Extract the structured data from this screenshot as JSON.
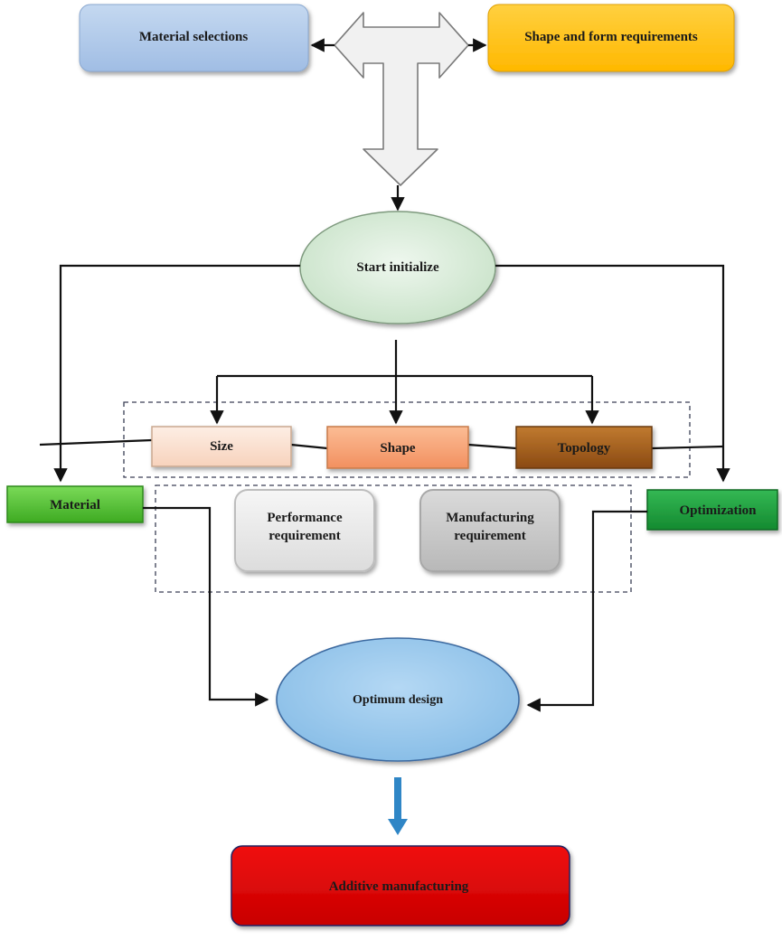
{
  "nodes": {
    "material_selections": "Material selections",
    "shape_form_requirements": "Shape and form requirements",
    "start_initialize": "Start initialize",
    "size": "Size",
    "shape": "Shape",
    "topology": "Topology",
    "material": "Material",
    "optimization": "Optimization",
    "performance_requirement_line1": "Performance",
    "performance_requirement_line2": "requirement",
    "manufacturing_requirement_line1": "Manufacturing",
    "manufacturing_requirement_line2": "requirement",
    "optimum_design": "Optimum design",
    "additive_manufacturing": "Additive manufacturing"
  },
  "colors": {
    "material_selections": "#a9c4e6",
    "shape_form_requirements": "#ffc000",
    "start_initialize": "#d8ecd8",
    "size": "#fce4d6",
    "shape": "#f8a878",
    "topology": "#a8601e",
    "material": "#5dc83c",
    "optimization": "#20a040",
    "performance_requirement": "#eeeeee",
    "manufacturing_requirement": "#cccccc",
    "optimum_design": "#9dc8ec",
    "additive_manufacturing": "#e00000",
    "down_arrow": "#2f86c6"
  }
}
